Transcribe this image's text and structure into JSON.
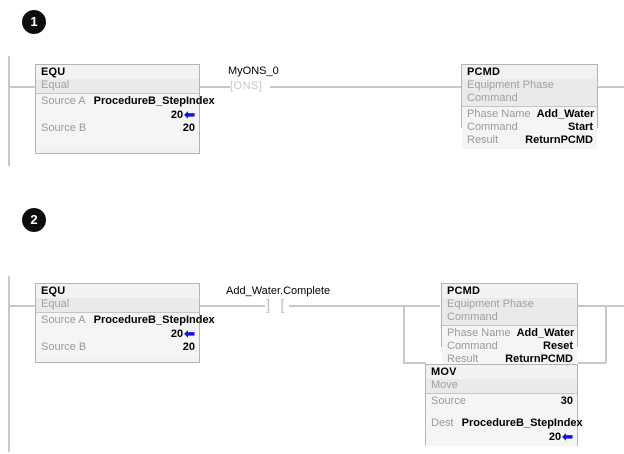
{
  "page": {
    "title": "Ladder Logic Rungs - Equipment Phase Commands",
    "background": "#ffffff",
    "wire_color": "#c8c8c8",
    "accent_blue": "#1414dc",
    "block_fill": "#f2f2f2",
    "label_gray": "#9a9a9a"
  },
  "rungs": [
    {
      "number": "1",
      "instructions": {
        "equ": {
          "title": "EQU",
          "subtitle": "Equal",
          "rows": [
            {
              "label": "Source A",
              "value": "ProcedureB_StepIndex"
            },
            {
              "label": "",
              "value": "20",
              "arrow": true
            },
            {
              "label": "Source B",
              "value": "20"
            }
          ]
        },
        "contact": {
          "label": "MyONS_0",
          "symbol": "[ONS]",
          "type": "one-shot"
        },
        "pcmd": {
          "title": "PCMD",
          "subtitle": "Equipment Phase Command",
          "rows": [
            {
              "label": "Phase Name",
              "value": "Add_Water"
            },
            {
              "label": "Command",
              "value": "Start"
            },
            {
              "label": "Result",
              "value": "ReturnPCMD"
            }
          ]
        }
      }
    },
    {
      "number": "2",
      "instructions": {
        "equ": {
          "title": "EQU",
          "subtitle": "Equal",
          "rows": [
            {
              "label": "Source A",
              "value": "ProcedureB_StepIndex"
            },
            {
              "label": "",
              "value": "20",
              "arrow": true
            },
            {
              "label": "Source B",
              "value": "20"
            }
          ]
        },
        "contact": {
          "label": "Add_Water.Complete",
          "symbol": "] [",
          "type": "examine-on"
        },
        "pcmd": {
          "title": "PCMD",
          "subtitle": "Equipment Phase Command",
          "rows": [
            {
              "label": "Phase Name",
              "value": "Add_Water"
            },
            {
              "label": "Command",
              "value": "Reset"
            },
            {
              "label": "Result",
              "value": "ReturnPCMD"
            }
          ]
        },
        "mov": {
          "title": "MOV",
          "subtitle": "Move",
          "rows": [
            {
              "label": "Source",
              "value": "30"
            },
            {
              "label": "Dest",
              "value": "ProcedureB_StepIndex"
            },
            {
              "label": "",
              "value": "20",
              "arrow": true
            }
          ]
        }
      }
    }
  ]
}
